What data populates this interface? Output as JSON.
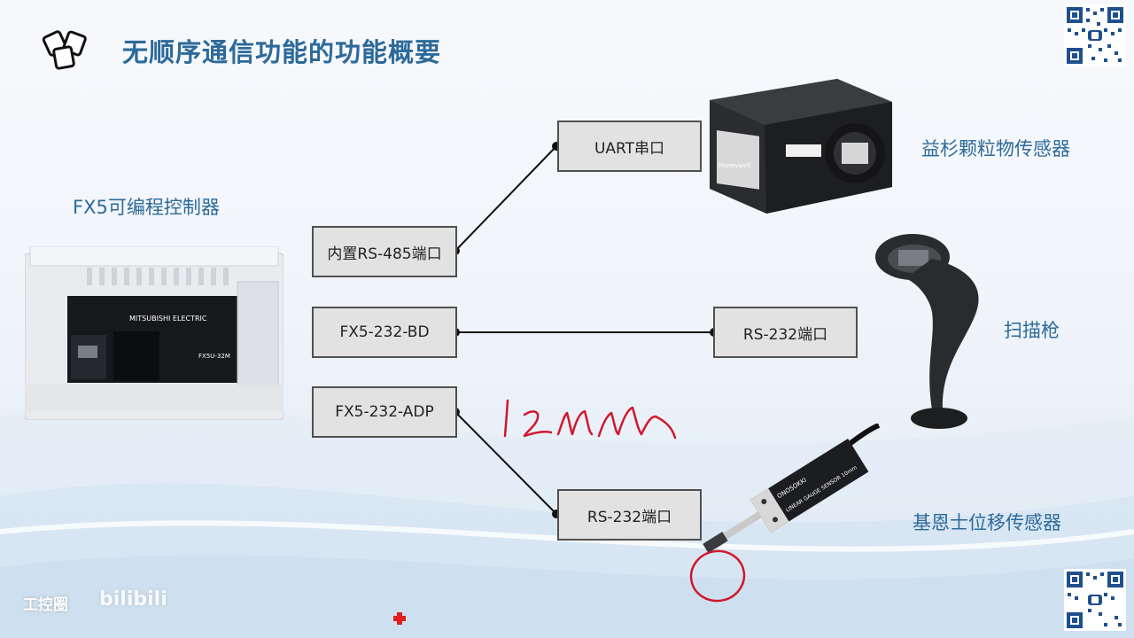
{
  "slide": {
    "title": "无顺序通信功能的功能概要"
  },
  "labels": {
    "plc": "FX5可编程控制器",
    "pm_sensor": "益杉颗粒物传感器",
    "scanner": "扫描枪",
    "displacement_sensor": "基恩士位移传感器"
  },
  "boxes": {
    "uart": "UART串口",
    "rs485": "内置RS-485端口",
    "bd": "FX5-232-BD",
    "rs232_top": "RS-232端口",
    "adp": "FX5-232-ADP",
    "rs232_bottom": "RS-232端口"
  },
  "annotation": {
    "handwritten": "12mm"
  },
  "devices": {
    "plc_brand": "MITSUBISHI ELECTRIC",
    "plc_model": "FX5U-32M",
    "sensor_brand": "Honeywell",
    "gauge_brand": "ONOSOKKI",
    "gauge_text": "LINEAR GAUGE SENSOR 10mm"
  },
  "footer": {
    "logo_text": "工控圈",
    "logo_text2": "bilibili"
  },
  "colors": {
    "title": "#2d6a9a",
    "box_fill": "#e2e2e2",
    "box_border": "#505050",
    "annotation": "#d0182c"
  }
}
